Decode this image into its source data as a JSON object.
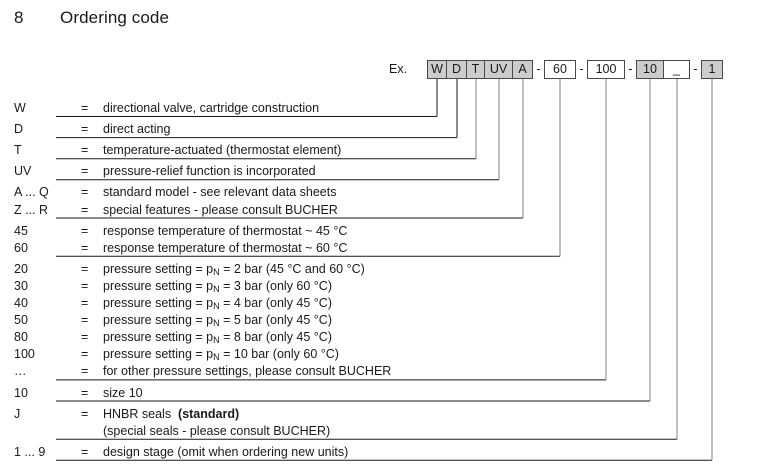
{
  "heading": {
    "number": "8",
    "title": "Ordering code"
  },
  "example": {
    "label": "Ex.",
    "separator": "-",
    "segments": [
      {
        "name": "function",
        "boxes": [
          {
            "text": "W",
            "shaded": true,
            "width": 20
          },
          {
            "text": "D",
            "shaded": true,
            "width": 20
          },
          {
            "text": "T",
            "shaded": true,
            "width": 18
          },
          {
            "text": "UV",
            "shaded": true,
            "width": 28
          },
          {
            "text": "A",
            "shaded": true,
            "width": 20
          }
        ]
      },
      {
        "name": "response-temperature",
        "boxes": [
          {
            "text": "60",
            "shaded": false,
            "width": 32
          }
        ]
      },
      {
        "name": "pressure-setting",
        "boxes": [
          {
            "text": "100",
            "shaded": false,
            "width": 38
          }
        ]
      },
      {
        "name": "size-and-seals",
        "boxes": [
          {
            "text": "10",
            "shaded": true,
            "width": 28
          },
          {
            "text": "_",
            "shaded": false,
            "width": 26
          }
        ]
      },
      {
        "name": "design-stage",
        "boxes": [
          {
            "text": "1",
            "shaded": true,
            "width": 22
          }
        ]
      }
    ]
  },
  "legend": {
    "rows": [
      {
        "code": "W",
        "eq": "=",
        "desc": "directional valve, cartridge construction",
        "group": 0
      },
      {
        "code": "D",
        "eq": "=",
        "desc": "direct acting",
        "group": 1
      },
      {
        "code": "T",
        "eq": "=",
        "desc": "temperature-actuated (thermostat element)",
        "group": 2
      },
      {
        "code": "UV",
        "eq": "=",
        "desc": "pressure-relief function is incorporated",
        "group": 3
      },
      {
        "code": "A ... Q",
        "eq": "=",
        "desc": "standard model - see relevant data sheets",
        "group": 4
      },
      {
        "code": "Z ... R",
        "eq": "=",
        "desc": "special features - please consult BUCHER",
        "group": 4
      },
      {
        "code": "45",
        "eq": "=",
        "desc": "response temperature of thermostat ~ 45 °C",
        "group": 5
      },
      {
        "code": "60",
        "eq": "=",
        "desc": "response temperature of thermostat ~ 60 °C",
        "group": 5
      },
      {
        "code": "20",
        "eq": "=",
        "desc_html": "pressure setting = p<sub>N</sub> = 2 bar (45 °C and 60 °C)",
        "group": 6
      },
      {
        "code": "30",
        "eq": "=",
        "desc_html": "pressure setting = p<sub>N</sub> = 3 bar (only 60 °C)",
        "group": 6
      },
      {
        "code": "40",
        "eq": "=",
        "desc_html": "pressure setting = p<sub>N</sub> = 4 bar (only 45 °C)",
        "group": 6
      },
      {
        "code": "50",
        "eq": "=",
        "desc_html": "pressure setting = p<sub>N</sub> = 5 bar (only 45 °C)",
        "group": 6
      },
      {
        "code": "80",
        "eq": "=",
        "desc_html": "pressure setting = p<sub>N</sub> = 8 bar (only 45 °C)",
        "group": 6
      },
      {
        "code": "100",
        "eq": "=",
        "desc_html": "pressure setting = p<sub>N</sub> = 10 bar (only 60 °C)",
        "group": 6
      },
      {
        "code": "…",
        "eq": "=",
        "desc": "for other pressure settings, please consult BUCHER",
        "group": 6
      },
      {
        "code": "10",
        "eq": "=",
        "desc": "size 10",
        "group": 7
      },
      {
        "code": "J",
        "eq": "=",
        "desc_html": "HNBR seals&nbsp; <b>(standard)</b>",
        "group": 8
      },
      {
        "code": "",
        "eq": "",
        "desc": "(special seals - please consult BUCHER)",
        "group": 8
      },
      {
        "code": "1 ... 9",
        "eq": "=",
        "desc": "design stage (omit when ordering new units)",
        "group": 9
      }
    ]
  },
  "colors": {
    "box_fill_shaded": "#cccccc",
    "box_fill_plain": "#ffffff",
    "box_border": "#4a4a4a",
    "connector_dark": "#1a1a1a",
    "connector_gray": "#808080",
    "text": "#1a1a1a"
  }
}
